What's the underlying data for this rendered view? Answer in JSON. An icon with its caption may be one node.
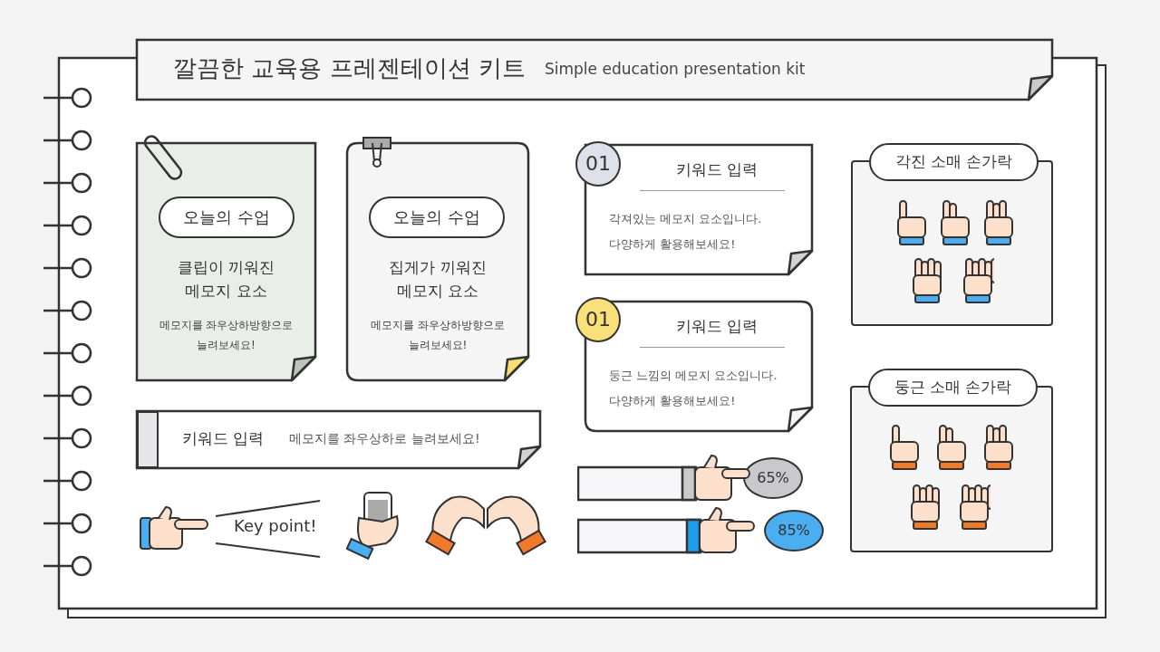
{
  "diagram": {
    "nodes": [
      {
        "text": [
          "깔끔한 교육용 프레젠테이션 키트",
          "Simple education presentation kit"
        ]
      },
      {
        "text": [
          "클립이 끼워진 메모지 요소",
          "메모지를 좌우상하방향으로 늘려보세요!"
        ]
      },
      {
        "text": [
          "오늘의 수업"
        ],
        "in": 1
      },
      {
        "text": [
          "집게가 끼워진 메모지 요소",
          "메모지를 좌우상하방향으로 늘려보세요!"
        ]
      },
      {
        "text": [
          "오늘의 수업"
        ],
        "in": 3
      },
      {
        "text": [
          "01"
        ]
      },
      {
        "text": [
          "키워드 입력",
          "각져있는 메모지 요소입니다. 다양하게 활용해보세요!"
        ]
      },
      {
        "text": [
          "각진 소매 손가락"
        ]
      },
      {
        "text": [
          "01"
        ]
      },
      {
        "text": [
          "키워드 입력",
          "둥근 느낌의 메모지 요소입니다. 다양하게 활용해보세요!"
        ]
      },
      {
        "text": [
          "키워드 입력",
          "메모지를 좌우상하로 늘려보세요!"
        ]
      },
      {
        "text": [
          "둥근 소매 손가락"
        ]
      },
      {
        "text": [
          "65%"
        ]
      },
      {
        "text": [
          "85%"
        ]
      }
    ],
    "labels": [
      "Key point!"
    ]
  }
}
